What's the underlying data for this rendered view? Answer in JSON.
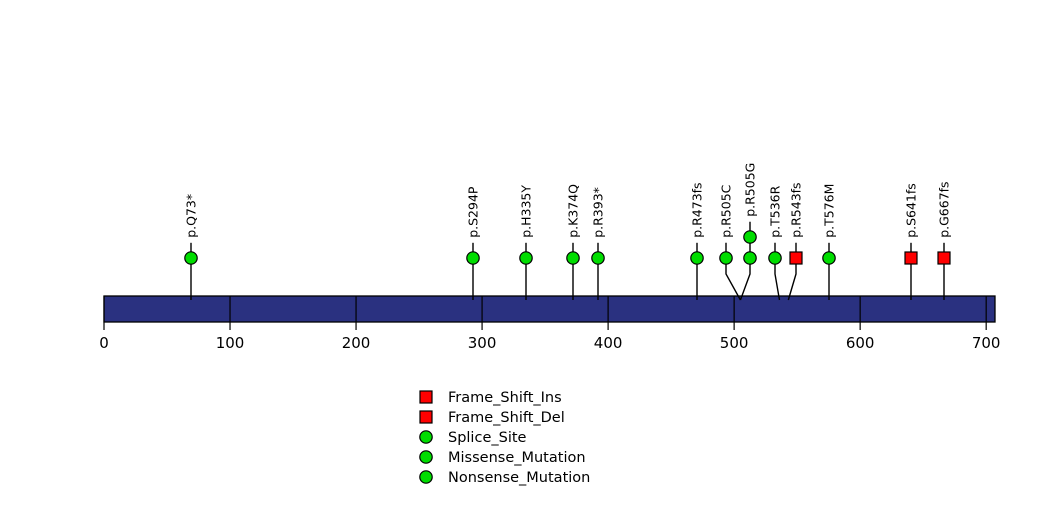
{
  "chart_data": {
    "type": "lollipop",
    "title": "",
    "xlabel": "",
    "ylabel": "",
    "xlim": [
      0,
      707
    ],
    "protein_length": 707,
    "axis": {
      "ticks": [
        0,
        100,
        200,
        300,
        400,
        500,
        600,
        700
      ],
      "tick_labels": [
        "0",
        "100",
        "200",
        "300",
        "400",
        "500",
        "600",
        "700"
      ],
      "grid": false
    },
    "domain_bar": {
      "start": 0,
      "end": 707,
      "color": "#2a3180",
      "border_color": "#000000"
    },
    "colors": {
      "frame_shift_ins": "#ff0000",
      "frame_shift_del": "#ff0000",
      "splice_site": "#00dd00",
      "missense_mutation": "#00dd00",
      "nonsense_mutation": "#00dd00",
      "bar": "#2a3180",
      "outline": "#000000"
    },
    "mutations": [
      {
        "label": "p.Q73*",
        "position": 73,
        "count": 1,
        "marker": "circle",
        "color": "#00dd00",
        "stem": "straight"
      },
      {
        "label": "p.S294P",
        "position": 294,
        "count": 1,
        "marker": "circle",
        "color": "#00dd00",
        "stem": "straight"
      },
      {
        "label": "p.H335Y",
        "position": 335,
        "count": 1,
        "marker": "circle",
        "color": "#00dd00",
        "stem": "straight"
      },
      {
        "label": "p.K374Q",
        "position": 374,
        "count": 1,
        "marker": "circle",
        "color": "#00dd00",
        "stem": "straight"
      },
      {
        "label": "p.R393*",
        "position": 393,
        "count": 1,
        "marker": "circle",
        "color": "#00dd00",
        "stem": "straight"
      },
      {
        "label": "p.R473fs",
        "position": 473,
        "count": 1,
        "marker": "circle",
        "color": "#00dd00",
        "stem": "straight"
      },
      {
        "label": "p.R505C",
        "position": 505,
        "count": 1,
        "marker": "circle",
        "color": "#00dd00",
        "stem": "bent-left"
      },
      {
        "label": "p.R505G",
        "position": 505,
        "count": 2,
        "marker": "circle",
        "color": "#00dd00",
        "stem": "bent-right"
      },
      {
        "label": "p.T536R",
        "position": 536,
        "count": 1,
        "marker": "circle",
        "color": "#00dd00",
        "stem": "bent-left"
      },
      {
        "label": "p.R543fs",
        "position": 543,
        "count": 1,
        "marker": "square",
        "color": "#ff0000",
        "stem": "bent-right"
      },
      {
        "label": "p.T576M",
        "position": 576,
        "count": 1,
        "marker": "circle",
        "color": "#00dd00",
        "stem": "straight"
      },
      {
        "label": "p.S641fs",
        "position": 641,
        "count": 1,
        "marker": "square",
        "color": "#ff0000",
        "stem": "straight"
      },
      {
        "label": "p.G667fs",
        "position": 667,
        "count": 1,
        "marker": "square",
        "color": "#ff0000",
        "stem": "straight"
      }
    ],
    "legend": {
      "position": "bottom-center",
      "entries": [
        {
          "label": "Frame_Shift_Ins",
          "marker": "square",
          "color": "#ff0000"
        },
        {
          "label": "Frame_Shift_Del",
          "marker": "square",
          "color": "#ff0000"
        },
        {
          "label": "Splice_Site",
          "marker": "circle",
          "color": "#00dd00"
        },
        {
          "label": "Missense_Mutation",
          "marker": "circle",
          "color": "#00dd00"
        },
        {
          "label": "Nonsense_Mutation",
          "marker": "circle",
          "color": "#00dd00"
        }
      ]
    }
  }
}
